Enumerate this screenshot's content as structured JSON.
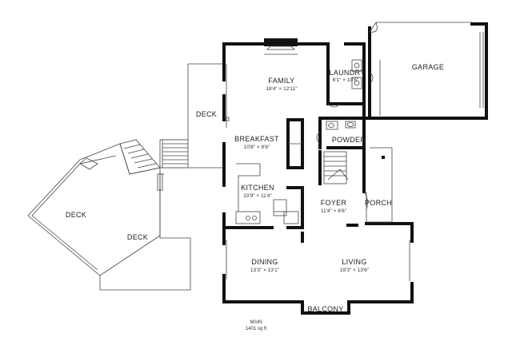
{
  "rooms": {
    "family": {
      "name": "FAMILY",
      "dims": "18'4\" × 12'11\""
    },
    "laundry": {
      "name": "LAUNDRY",
      "dims": "6'1\" × 10'6\""
    },
    "garage": {
      "name": "GARAGE"
    },
    "deck_upper": {
      "name": "DECK"
    },
    "breakfast": {
      "name": "BREAKFAST",
      "dims": "10'8\" × 8'6\""
    },
    "powder": {
      "name": "POWDER"
    },
    "kitchen": {
      "name": "KITCHEN",
      "dims": "10'9\" × 11'4\""
    },
    "foyer": {
      "name": "FOYER",
      "dims": "11'4\" × 6'6\""
    },
    "porch": {
      "name": "PORCH"
    },
    "deck_left": {
      "name": "DECK"
    },
    "deck_lower": {
      "name": "DECK"
    },
    "dining": {
      "name": "DINING",
      "dims": "13'3\" × 13'1\""
    },
    "living": {
      "name": "LIVING",
      "dims": "19'3\" × 13'6\""
    },
    "balcony": {
      "name": "BALCONY"
    }
  },
  "floor": {
    "name": "MAIN",
    "area": "1401 sq ft"
  }
}
